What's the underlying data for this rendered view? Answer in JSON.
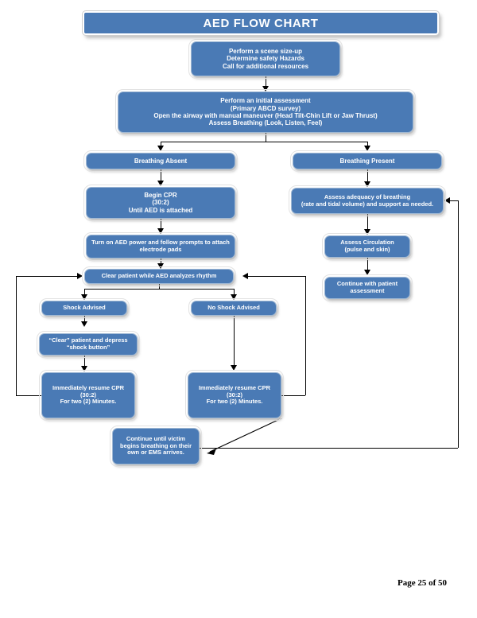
{
  "document": {
    "title": "AED FLOW CHART",
    "footer": "Page 25 of 50",
    "accent_color": "#4a7ab5",
    "text_color": "#ffffff",
    "connector_color": "#000000",
    "background": "#ffffff"
  },
  "nodes": {
    "scene_sizeup": {
      "id": "scene-sizeup",
      "lines": [
        "Perform a scene size-up",
        "Determine safety Hazards",
        "Call for additional resources"
      ]
    },
    "initial_assessment": {
      "id": "initial-assessment",
      "lines": [
        "Perform an initial assessment",
        "(Primary ABCD survey)",
        "Open the airway with manual maneuver (Head Tilt-Chin Lift or Jaw Thrust)",
        "Assess Breathing (Look, Listen, Feel)"
      ]
    },
    "breathing_absent": {
      "id": "breathing-absent",
      "lines": [
        "Breathing Absent"
      ]
    },
    "breathing_present": {
      "id": "breathing-present",
      "lines": [
        "Breathing Present"
      ]
    },
    "begin_cpr": {
      "id": "begin-cpr",
      "lines": [
        "Begin CPR",
        "(30:2)",
        "Until AED is attached"
      ]
    },
    "assess_adequacy": {
      "id": "assess-adequacy-of-breathing",
      "lines": [
        "Assess adequacy of breathing",
        "(rate and tidal volume) and support as needed."
      ]
    },
    "turn_on_aed": {
      "id": "turn-on-aed-power",
      "lines": [
        "Turn on AED power and follow prompts to attach",
        "electrode pads"
      ]
    },
    "assess_circulation": {
      "id": "assess-circulation",
      "lines": [
        "Assess Circulation",
        "(pulse and skin)"
      ]
    },
    "clear_patient_analyze": {
      "id": "clear-patient-while-aed-analyzes-rhythm",
      "lines": [
        "Clear patient while AED analyzes rhythm"
      ]
    },
    "continue_assessment": {
      "id": "continue-with-patient-assessment",
      "lines": [
        "Continue with patient",
        "assessment"
      ]
    },
    "shock_advised": {
      "id": "shock-advised",
      "lines": [
        "Shock Advised"
      ]
    },
    "no_shock_advised": {
      "id": "no-shock-advised",
      "lines": [
        "No Shock Advised"
      ]
    },
    "clear_depress_shock": {
      "id": "clear-patient-and-depress-shock-button",
      "lines": [
        "“Clear” patient and depress",
        "“shock button”"
      ]
    },
    "resume_cpr_left": {
      "id": "immediately-resume-cpr-shock-path",
      "lines": [
        "Immediately resume CPR",
        "(30:2)",
        "For two (2) Minutes."
      ]
    },
    "resume_cpr_right": {
      "id": "immediately-resume-cpr-no-shock-path",
      "lines": [
        "Immediately resume CPR",
        "(30:2)",
        "For two (2) Minutes."
      ]
    },
    "continue_until_victim": {
      "id": "continue-until-victim-breathes",
      "lines": [
        "Continue until victim",
        "begins breathing on their",
        "own or EMS arrives."
      ]
    }
  },
  "chart_data": {
    "type": "diagram",
    "title": "AED FLOW CHART",
    "edges": [
      {
        "from": "scene_sizeup",
        "to": "initial_assessment",
        "style": "straight-down"
      },
      {
        "from": "initial_assessment",
        "to": "breathing_absent",
        "style": "branch-left"
      },
      {
        "from": "initial_assessment",
        "to": "breathing_present",
        "style": "branch-right"
      },
      {
        "from": "breathing_absent",
        "to": "begin_cpr",
        "style": "straight-down"
      },
      {
        "from": "breathing_present",
        "to": "assess_adequacy",
        "style": "straight-down"
      },
      {
        "from": "begin_cpr",
        "to": "turn_on_aed",
        "style": "straight-down"
      },
      {
        "from": "assess_adequacy",
        "to": "assess_circulation",
        "style": "straight-down"
      },
      {
        "from": "turn_on_aed",
        "to": "clear_patient_analyze",
        "style": "straight-down"
      },
      {
        "from": "assess_circulation",
        "to": "continue_assessment",
        "style": "straight-down"
      },
      {
        "from": "clear_patient_analyze",
        "to": "shock_advised",
        "style": "branch-left"
      },
      {
        "from": "clear_patient_analyze",
        "to": "no_shock_advised",
        "style": "branch-right"
      },
      {
        "from": "shock_advised",
        "to": "clear_depress_shock",
        "style": "straight-down"
      },
      {
        "from": "clear_depress_shock",
        "to": "resume_cpr_left",
        "style": "straight-down"
      },
      {
        "from": "no_shock_advised",
        "to": "resume_cpr_right",
        "style": "straight-down"
      },
      {
        "from": "resume_cpr_left",
        "to": "clear_patient_analyze",
        "style": "loop-left-up"
      },
      {
        "from": "resume_cpr_right",
        "to": "clear_patient_analyze",
        "style": "loop-right-up"
      },
      {
        "from": "resume_cpr_right",
        "to": "continue_until_victim",
        "style": "diagonal"
      },
      {
        "from": "continue_until_victim",
        "to": "assess_adequacy",
        "style": "loop-far-right-up"
      }
    ]
  }
}
